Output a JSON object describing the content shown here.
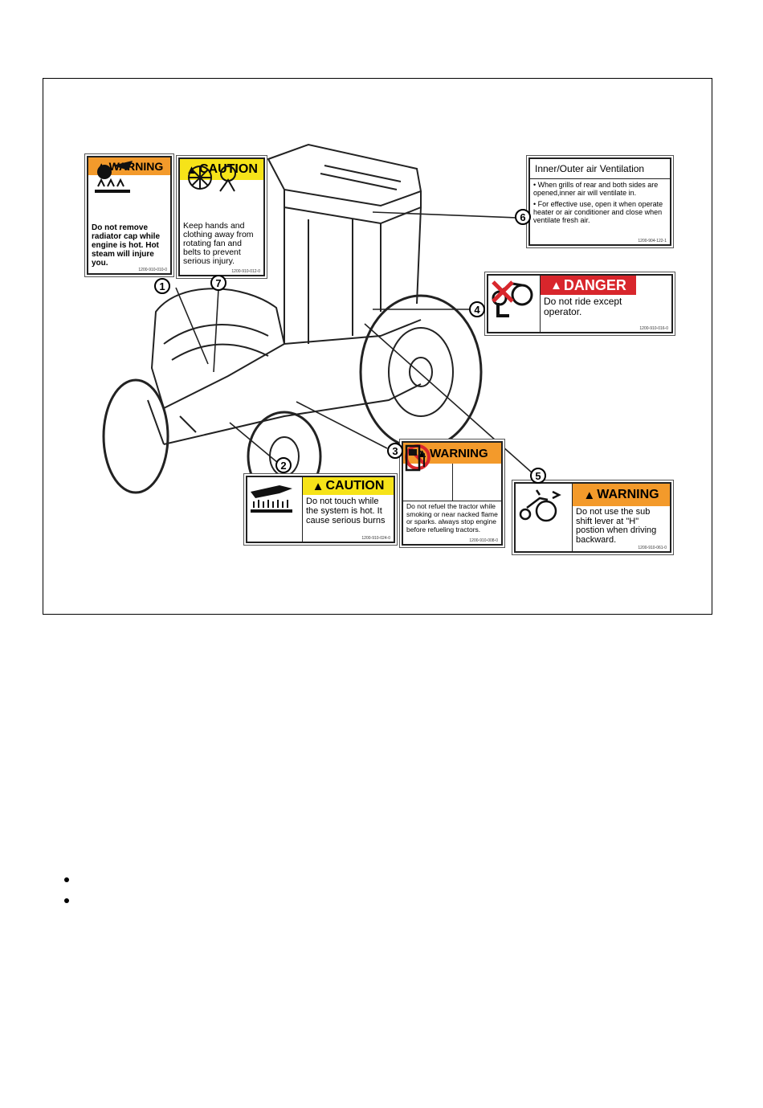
{
  "figure": {
    "labels": {
      "l1": {
        "header": "WARNING",
        "text": "Do not remove radiator cap while engine is hot. Hot steam will injure you.",
        "code": "1200-910-010-0",
        "callout": "1"
      },
      "l7": {
        "header": "CAUTION",
        "text": "Keep hands and clothing away from rotating fan and belts to prevent serious injury.",
        "code": "1200-910-012-0",
        "callout": "7"
      },
      "l6": {
        "title": "Inner/Outer air Ventilation",
        "bullet1": "• When grills of rear and both sides are opened,inner air will ventilate in.",
        "bullet2": "• For effective use, open it when operate heater or air conditioner and close when ventilate fresh air.",
        "code": "1200-904-122-1",
        "callout": "6"
      },
      "l4": {
        "header": "DANGER",
        "text": "Do not ride except operator.",
        "code": "1200-910-016-0",
        "callout": "4"
      },
      "l2": {
        "header": "CAUTION",
        "text": "Do not touch while the system is hot. It cause serious burns",
        "code": "1200-910-024-0",
        "callout": "2"
      },
      "l3": {
        "header": "WARNING",
        "text": "Do not refuel the tractor while smoking or near nacked flame or sparks. always stop engine before refueling tractors.",
        "code": "1200-910-008-0",
        "callout": "3"
      },
      "l5": {
        "header": "WARNING",
        "text": "Do not use the sub shift lever at \"H\" postion when driving backward.",
        "code": "1200-910-061-0",
        "callout": "5"
      }
    },
    "icons": [
      "radiator-steam-icon",
      "fan-belt-hand-icon",
      "no-rider-icon",
      "hot-surface-hand-icon",
      "no-flame-icon",
      "fuel-pump-icon",
      "tractor-reverse-icon"
    ]
  },
  "list": {
    "bullets": [
      "",
      ""
    ]
  }
}
